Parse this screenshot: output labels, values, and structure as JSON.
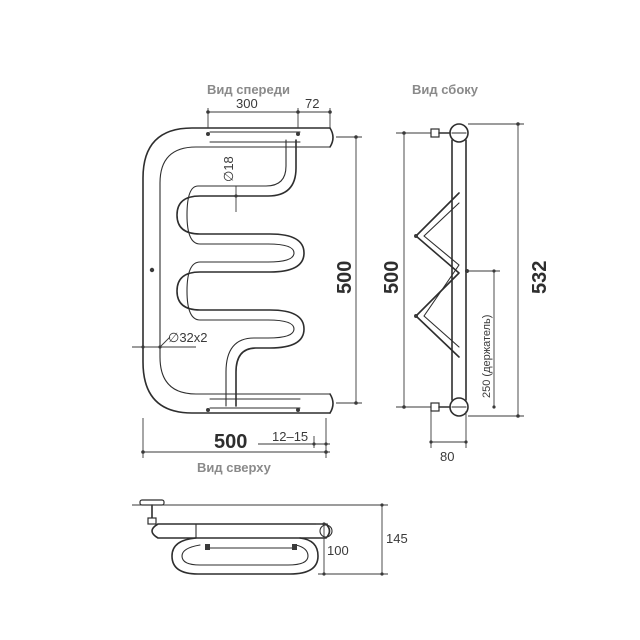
{
  "views": {
    "front_title": "Вид спереди",
    "side_title": "Вид сбоку",
    "top_title": "Вид сверху"
  },
  "front": {
    "dim_300": "300",
    "dim_72": "72",
    "dim_d18": "∅18",
    "dim_d32": "∅32x2",
    "dim_height": "500",
    "dim_width": "500",
    "dim_12_15": "12–15"
  },
  "side": {
    "dim_inner": "500",
    "dim_outer": "532",
    "dim_mount": "250 (держатель)",
    "dim_80": "80"
  },
  "top": {
    "dim_100": "100",
    "dim_145": "145"
  }
}
